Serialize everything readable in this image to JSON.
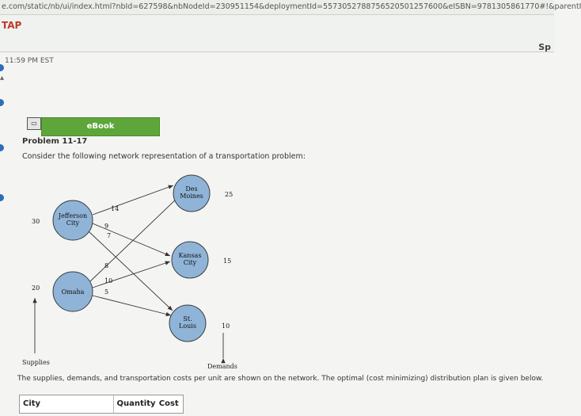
{
  "browser": {
    "url": "e.com/static/nb/ui/index.html?nbId=627598&nbNodeId=230951154&deploymentId=557305278875652050125760​0&eISBN=9781305861770#!&parentI"
  },
  "header": {
    "tap_label": "TAP",
    "sp_label": "Sp",
    "time": "11:59 PM EST"
  },
  "ebook": {
    "label": "eBook"
  },
  "problem": {
    "title": "Problem 11-17",
    "intro": "Consider the following network representation of a transportation problem:",
    "description": "The supplies, demands, and transportation costs per unit are shown on the network. The optimal (cost minimizing) distribution plan is given below."
  },
  "network": {
    "supply_nodes": [
      {
        "name": "Jefferson City",
        "line1": "Jefferson",
        "line2": "City",
        "supply": "30"
      },
      {
        "name": "Omaha",
        "line1": "Omaha",
        "line2": "",
        "supply": "20"
      }
    ],
    "demand_nodes": [
      {
        "name": "Des Moines",
        "line1": "Des",
        "line2": "Moines",
        "demand": "25"
      },
      {
        "name": "Kansas City",
        "line1": "Kansas",
        "line2": "City",
        "demand": "15"
      },
      {
        "name": "St. Louis",
        "line1": "St.",
        "line2": "Louis",
        "demand": "10"
      }
    ],
    "costs": {
      "jc_dm": "14",
      "jc_kc": "9",
      "jc_sl": "7",
      "om_dm": "8",
      "om_kc": "10",
      "om_sl": "5"
    },
    "supplies_label": "Supplies",
    "demands_label": "Demands",
    "node_fill": "#8fb4d8",
    "node_stroke": "#3b3b3b"
  },
  "table": {
    "col_city": "City",
    "col_quantity": "Quantity",
    "col_cost": "Cost"
  }
}
